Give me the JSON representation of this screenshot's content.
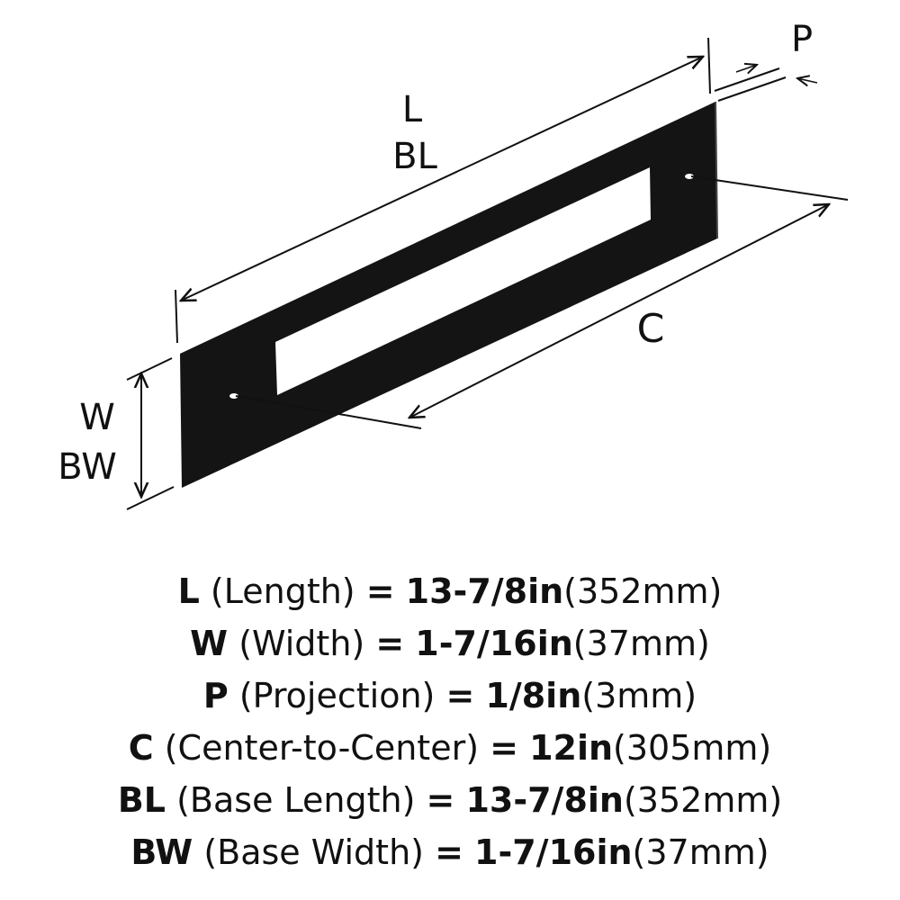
{
  "labels": {
    "L": "L",
    "BL": "BL",
    "P": "P",
    "C": "C",
    "W": "W",
    "BW": "BW"
  },
  "specs": [
    {
      "code": "L",
      "name": "(Length)",
      "eq": "=",
      "imperial": "13-7/8in",
      "metric": "(352mm)"
    },
    {
      "code": "W",
      "name": "(Width)",
      "eq": "=",
      "imperial": "1-7/16in",
      "metric": "(37mm)"
    },
    {
      "code": "P",
      "name": "(Projection)",
      "eq": "=",
      "imperial": "1/8in",
      "metric": "(3mm)"
    },
    {
      "code": "C",
      "name": "(Center-to-Center)",
      "eq": "=",
      "imperial": "12in",
      "metric": "(305mm)"
    },
    {
      "code": "BL",
      "name": "(Base Length)",
      "eq": "=",
      "imperial": "13-7/8in",
      "metric": "(352mm)"
    },
    {
      "code": "BW",
      "name": "(Base Width)",
      "eq": "=",
      "imperial": "1-7/16in",
      "metric": "(37mm)"
    }
  ],
  "colors": {
    "plate": "#141414",
    "lines": "#111111",
    "background": "#ffffff"
  }
}
